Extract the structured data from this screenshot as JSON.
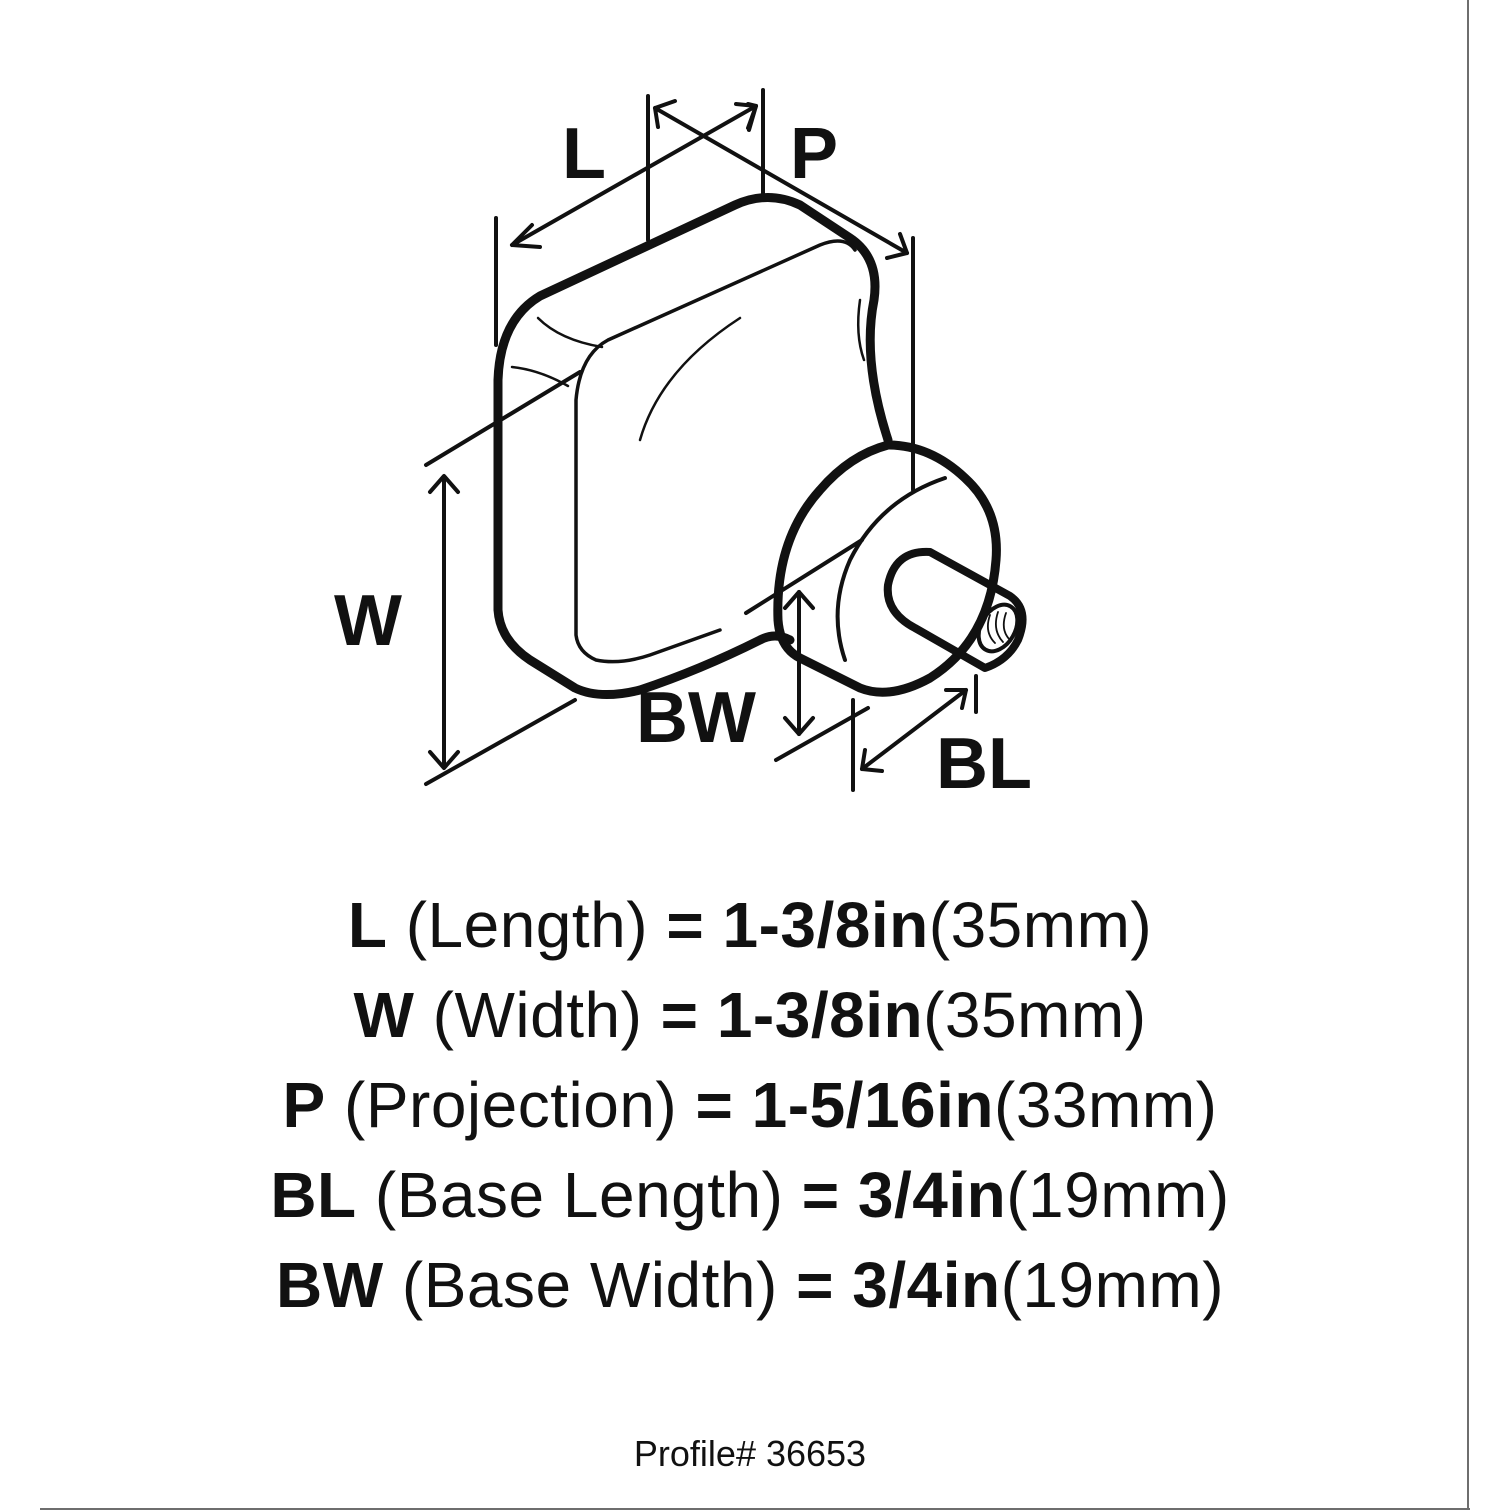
{
  "diagram": {
    "subject": "knob-isometric-line-drawing",
    "labels": {
      "length": "L",
      "projection": "P",
      "width": "W",
      "base_width": "BW",
      "base_length": "BL"
    }
  },
  "specs": [
    {
      "code": "L",
      "name": "(Length)",
      "eq": "=",
      "imperial": "1-3/8in",
      "metric": "(35mm)"
    },
    {
      "code": "W",
      "name": "(Width)",
      "eq": "=",
      "imperial": "1-3/8in",
      "metric": "(35mm)"
    },
    {
      "code": "P",
      "name": "(Projection)",
      "eq": "=",
      "imperial": "1-5/16in",
      "metric": "(33mm)"
    },
    {
      "code": "BL",
      "name": "(Base Length)",
      "eq": "=",
      "imperial": "3/4in",
      "metric": "(19mm)"
    },
    {
      "code": "BW",
      "name": "(Base Width)",
      "eq": "=",
      "imperial": "3/4in",
      "metric": "(19mm)"
    }
  ],
  "profile": "Profile# 36653",
  "colors": {
    "ink": "#111111",
    "background": "#ffffff",
    "frame": "#6e6e6e"
  }
}
